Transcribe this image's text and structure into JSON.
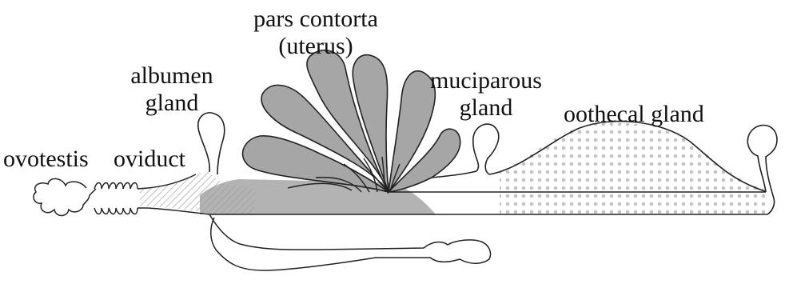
{
  "labels": {
    "ovotestis": "ovotestis",
    "oviduct": "oviduct",
    "albumen_gland_line1": "albumen",
    "albumen_gland_line2": "gland",
    "pars_contorta_line1": "pars contorta",
    "pars_contorta_line2": "(uterus)",
    "muciparous_line1": "muciparous",
    "muciparous_line2": "gland",
    "oothecal_gland": "oothecal gland"
  },
  "colors": {
    "uterus_fill": "#b3b3b3",
    "lobe_fill": "#a6a6a6",
    "outline": "#222222",
    "dots": "#c4c4c4",
    "hatch": "#9a9a9a"
  }
}
